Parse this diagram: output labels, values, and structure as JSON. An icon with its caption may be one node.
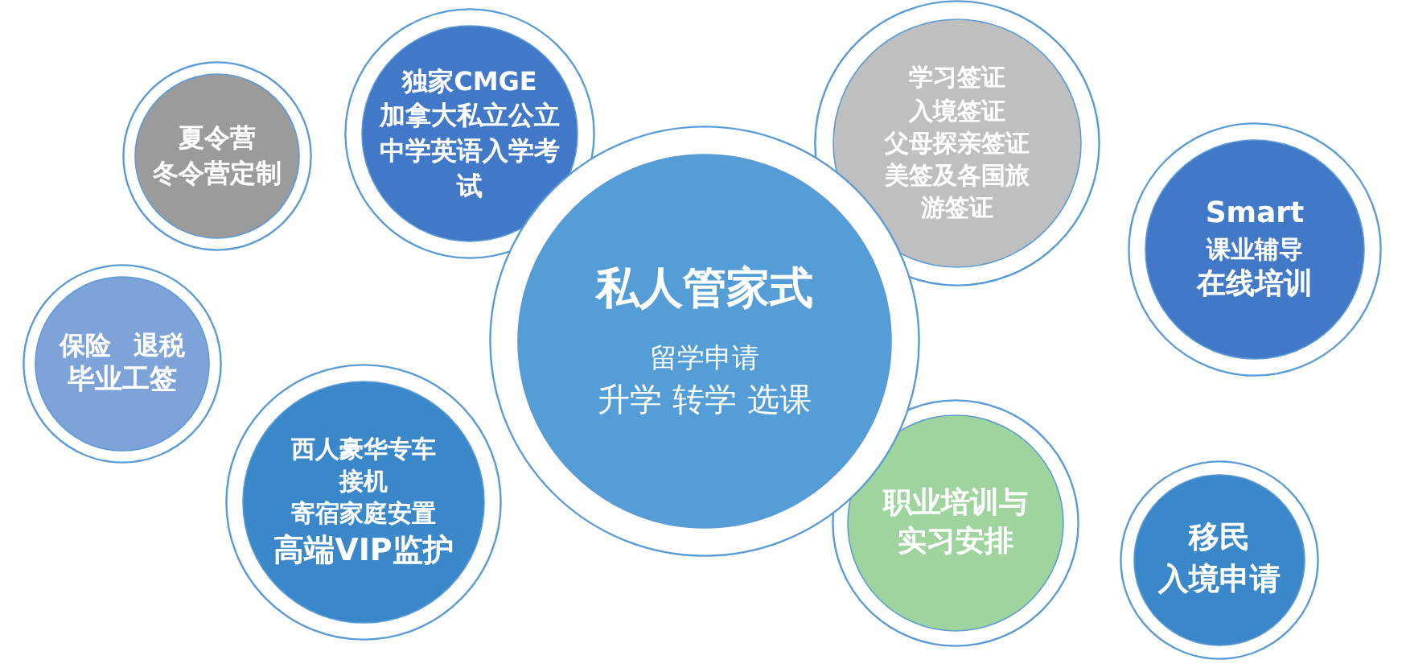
{
  "diagram": {
    "nodes": [
      {
        "text": [
          "夏令营",
          "冬令营定制"
        ]
      },
      {
        "text": [
          "独家CMGE",
          "加拿大私立公立中学英语入学考试"
        ]
      },
      {
        "text": [
          "学习签证",
          "入境签证",
          "父母探亲签证",
          "美签及各国旅游签证"
        ]
      },
      {
        "text": [
          "Smart",
          "课业辅导",
          "在线培训"
        ]
      },
      {
        "text": [
          "私人管家式",
          "留学申请",
          "升学 转学 选课"
        ]
      },
      {
        "text": [
          "保险 退税",
          "毕业工签"
        ]
      },
      {
        "text": [
          "西人豪华专车接机",
          "寄宿家庭安置",
          "高端VIP监护"
        ]
      },
      {
        "text": [
          "职业培训与实习安排"
        ]
      },
      {
        "text": [
          "移民",
          "入境申请"
        ]
      }
    ],
    "edges": []
  }
}
